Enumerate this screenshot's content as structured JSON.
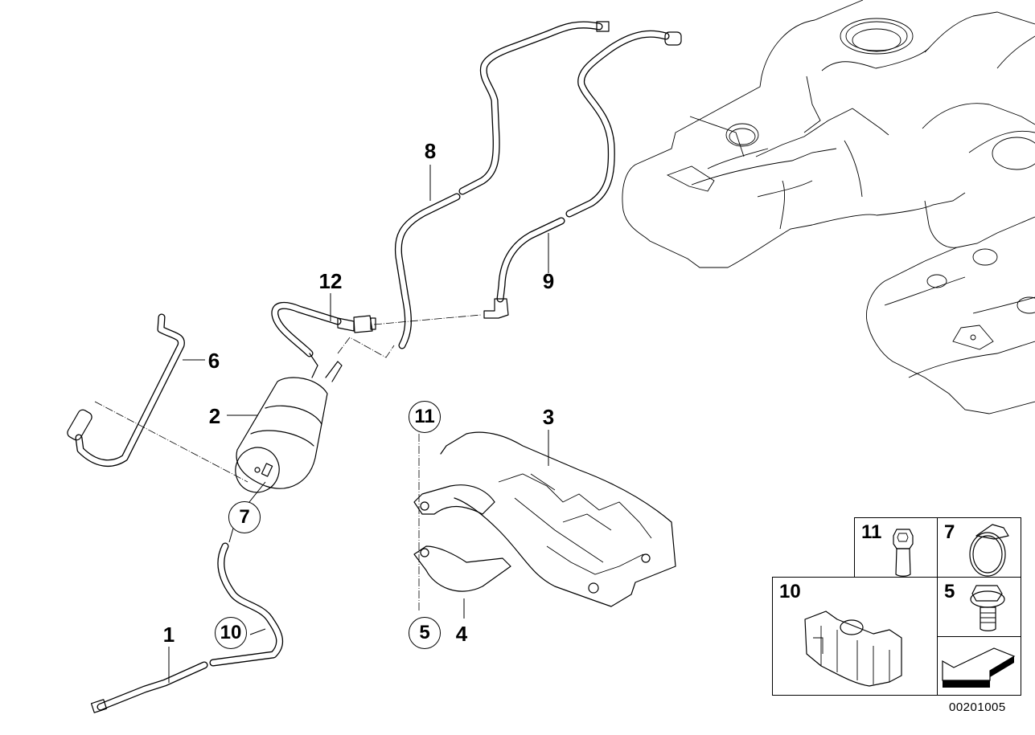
{
  "diagram": {
    "title": "Fuel pump / fuel filter parts diagram",
    "drawing_number": "00201005",
    "callouts": [
      {
        "id": "1",
        "label": "1",
        "style": "plain",
        "part": "fuel hose"
      },
      {
        "id": "2",
        "label": "2",
        "style": "plain",
        "part": "fuel filter"
      },
      {
        "id": "3",
        "label": "3",
        "style": "plain",
        "part": "filter bracket"
      },
      {
        "id": "4",
        "label": "4",
        "style": "plain",
        "part": "clamp strap"
      },
      {
        "id": "5",
        "label": "5",
        "style": "circled",
        "part": "hex bolt"
      },
      {
        "id": "6",
        "label": "6",
        "style": "plain",
        "part": "fuel line"
      },
      {
        "id": "7",
        "label": "7",
        "style": "circled",
        "part": "hose clamp"
      },
      {
        "id": "8",
        "label": "8",
        "style": "plain",
        "part": "fuel feed line"
      },
      {
        "id": "9",
        "label": "9",
        "style": "plain",
        "part": "fuel return line"
      },
      {
        "id": "10",
        "label": "10",
        "style": "circled",
        "part": "line holder"
      },
      {
        "id": "11",
        "label": "11",
        "style": "circled",
        "part": "socket bolt"
      },
      {
        "id": "12",
        "label": "12",
        "style": "plain",
        "part": "connecting hose"
      }
    ],
    "legend_boxes": [
      {
        "label": "11",
        "icon": "socket-head-bolt-icon"
      },
      {
        "label": "7",
        "icon": "hose-clamp-icon"
      },
      {
        "label": "10",
        "icon": "line-holder-icon"
      },
      {
        "label": "5",
        "icon": "flange-hex-bolt-icon"
      },
      {
        "label": "",
        "icon": "direction-arrow-icon"
      }
    ]
  }
}
